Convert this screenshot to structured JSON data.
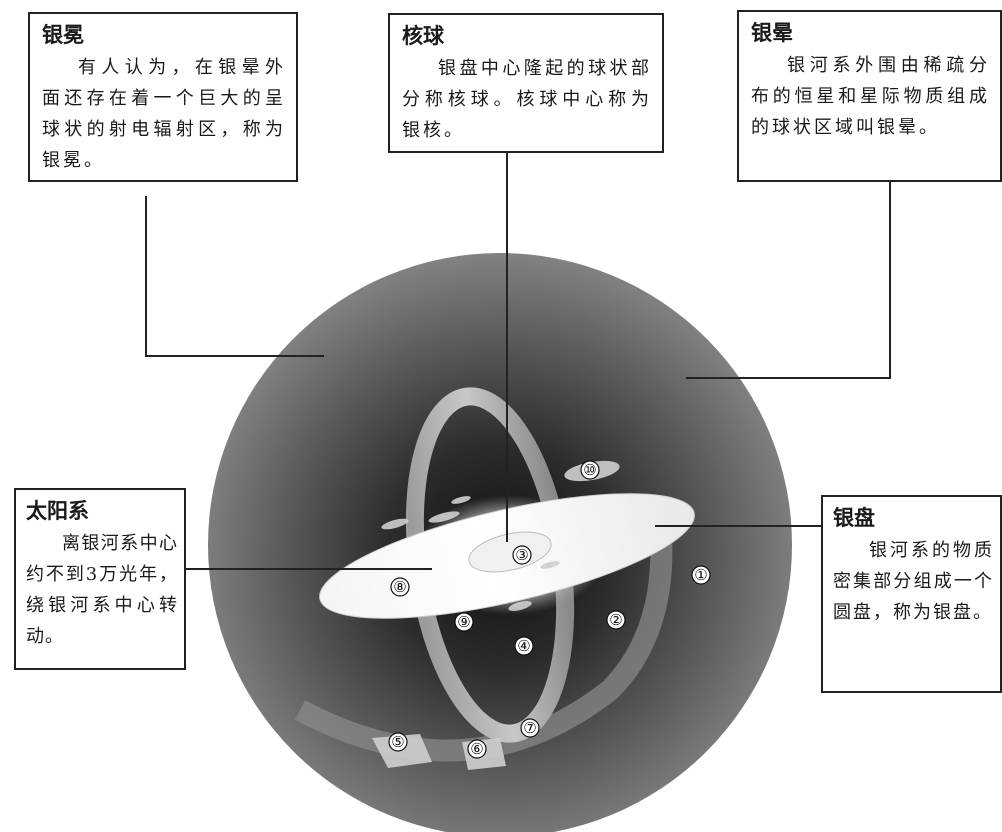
{
  "labels": {
    "yinmian": {
      "title": "银冕",
      "text": "有人认为，在银晕外面还存在着一个巨大的呈球状的射电辐射区，称为银冕。"
    },
    "heqiu": {
      "title": "核球",
      "text": "银盘中心隆起的球状部分称核球。核球中心称为银核。"
    },
    "yinyun": {
      "title": "银晕",
      "text": "银河系外围由稀疏分布的恒星和星际物质组成的球状区域叫银晕。"
    },
    "sun": {
      "title": "太阳系",
      "text": "离银河系中心约不到3万光年，绕银河系中心转动。"
    },
    "yinpan": {
      "title": "银盘",
      "text": "银河系的物质密集部分组成一个圆盘，称为银盘。"
    }
  },
  "markers": [
    "①",
    "②",
    "③",
    "④",
    "⑤",
    "⑥",
    "⑦",
    "⑧",
    "⑨",
    "⑩"
  ],
  "colors": {
    "line": "#222222",
    "halo_outer": "#7a7a7a",
    "halo_inner": "#2a2a2a",
    "disk": "#ffffff"
  }
}
